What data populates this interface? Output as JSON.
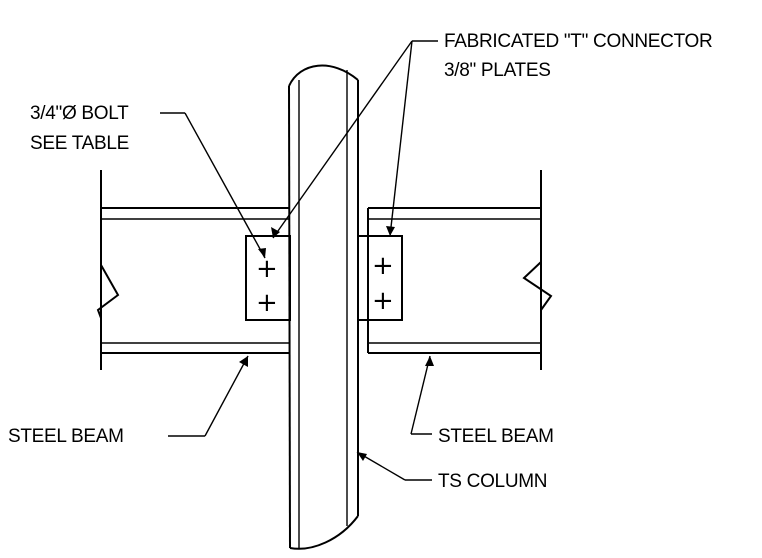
{
  "labels": {
    "connector_line1": "FABRICATED \"T\" CONNECTOR",
    "connector_line2": "3/8\" PLATES",
    "bolt_line1": "3/4\"Ø BOLT",
    "bolt_line2": "SEE TABLE",
    "beam_left": "STEEL BEAM",
    "beam_right": "STEEL BEAM",
    "column": "TS COLUMN"
  },
  "bolt_symbol": "+",
  "colors": {
    "ink": "#000000",
    "paper": "#ffffff"
  }
}
